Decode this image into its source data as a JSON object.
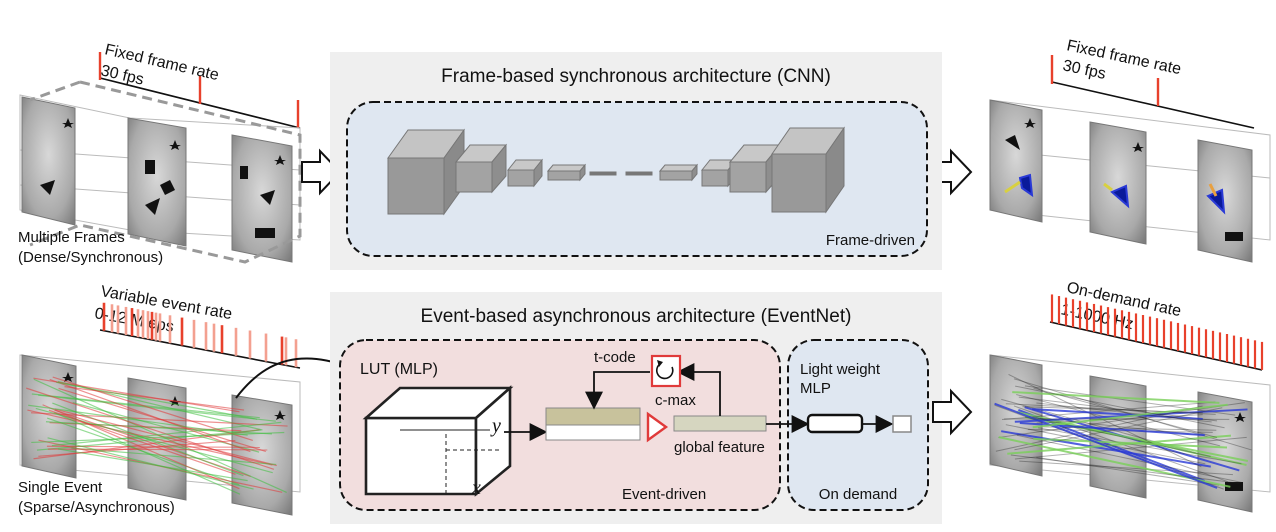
{
  "top": {
    "title": "Frame-based synchronous architecture (CNN)",
    "left_rate_line1": "Fixed frame rate",
    "left_rate_line2": "30 fps",
    "right_rate_line1": "Fixed frame rate",
    "right_rate_line2": "30 fps",
    "input_label_line1": "Multiple Frames",
    "input_label_line2": "(Dense/Synchronous)",
    "driven_label": "Frame-driven"
  },
  "bottom": {
    "title": "Event-based asynchronous architecture (EventNet)",
    "left_rate_line1": "Variable event rate",
    "left_rate_line2": "0-12 M eps",
    "right_rate_line1": "On-demand rate",
    "right_rate_line2": "1-1000 Hz",
    "input_label_line1": "Single Event",
    "input_label_line2": "(Sparse/Asynchronous)",
    "lut_label": "LUT (MLP)",
    "axis_y": "y",
    "axis_x": "x",
    "tcode_label": "t-code",
    "cmax_label": "c-max",
    "global_feature_label": "global feature",
    "event_driven_label": "Event-driven",
    "mlp_label_line1": "Light weight",
    "mlp_label_line2": "MLP",
    "on_demand_label": "On demand"
  },
  "colors": {
    "panel_gray": "#efefef",
    "cnn_blue": "#dfe7f1",
    "event_pink": "#f2dede",
    "mlp_blue": "#dfe7f1",
    "tick_red": "#e8412c",
    "event_green": "#3fbf3f",
    "event_red": "#e03a3a",
    "event_blue": "#2a3ad6"
  },
  "icons": [
    "hollow-arrow-icon",
    "loop-icon",
    "triangle-icon"
  ]
}
